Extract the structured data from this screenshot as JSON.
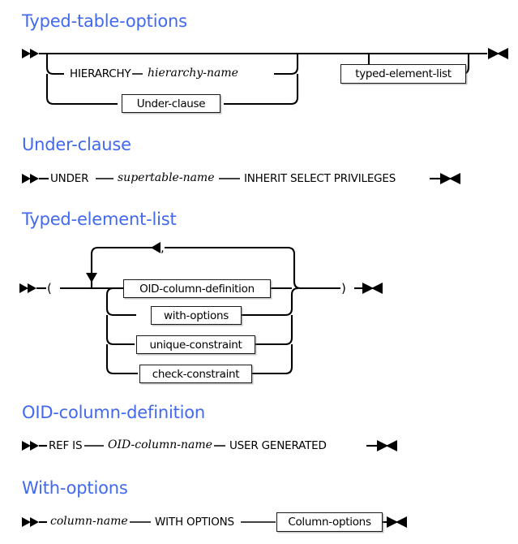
{
  "document": {
    "type": "railroad-syntax-diagram",
    "background_color": "#ffffff",
    "heading_color": "#4169f0",
    "rail_color": "#000000"
  },
  "sections": [
    {
      "id": "typed-table-options",
      "heading": "Typed-table-options",
      "elements": {
        "keyword_hierarchy": "HIERARCHY",
        "var_hierarchy_name": "hierarchy-name",
        "box_under_clause": "Under-clause",
        "box_typed_element_list": "typed-element-list"
      }
    },
    {
      "id": "under-clause",
      "heading": "Under-clause",
      "elements": {
        "keyword_under": "UNDER",
        "var_supertable_name": "supertable-name",
        "keyword_inherit": "INHERIT SELECT PRIVILEGES"
      }
    },
    {
      "id": "typed-element-list",
      "heading": "Typed-element-list",
      "elements": {
        "paren_open": "(",
        "paren_close": ")",
        "loop_separator": ",",
        "box_oid_column_definition": "OID-column-definition",
        "box_with_options": "with-options",
        "box_unique_constraint": "unique-constraint",
        "box_check_constraint": "check-constraint"
      }
    },
    {
      "id": "oid-column-definition",
      "heading": "OID-column-definition",
      "elements": {
        "keyword_ref_is": "REF IS",
        "var_oid_column_name": "OID-column-name",
        "keyword_user_generated": "USER GENERATED"
      }
    },
    {
      "id": "with-options",
      "heading": "With-options",
      "elements": {
        "var_column_name": "column-name",
        "keyword_with_options": "WITH OPTIONS",
        "box_column_options": "Column-options"
      }
    }
  ],
  "markers": {
    "entry": "double-right-triangle",
    "exit": "right-left-triangle-pair",
    "loop_arrow": "left-triangle",
    "branch_arrow": "down-triangle"
  }
}
